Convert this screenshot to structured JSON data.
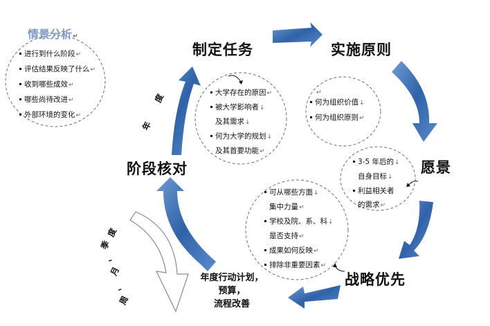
{
  "situation": {
    "title": "情景分析",
    "items": [
      "进行到什么阶段",
      "评估结果反映了什么",
      "收到哪些成效",
      "哪些尚待改进",
      "外部环境的变化"
    ]
  },
  "stages": {
    "top_left": "制定任务",
    "top_right": "实施原则",
    "right": "愿景",
    "bottom_right": "战略优先",
    "left": "阶段核对",
    "bottom_center": [
      "年度行动计划，",
      "预算，",
      "流程改善"
    ]
  },
  "bubbles": {
    "task": [
      "大学存在的原因",
      "被大学影响者",
      "及其需求",
      "何为大学的规划",
      "及其首要功能"
    ],
    "principle": [
      "何为组织价值",
      "何为组织原则"
    ],
    "vision": [
      "3-5 年后的",
      "自身目标",
      "利益相关者",
      "的需求"
    ],
    "priority": [
      "可从哪些方面",
      "集中力量",
      "学校及院、系、科",
      "是否支持",
      "成果如何反映",
      "排除非重要因素"
    ]
  },
  "cycle_labels": {
    "annual": [
      "年",
      "度"
    ],
    "periodic": [
      "周",
      "、",
      "月",
      "、",
      "季",
      "度"
    ]
  },
  "colors": {
    "arrow": "#3d72b6",
    "title_accent": "#7f9bc3",
    "dash": "#6d6d6d"
  }
}
